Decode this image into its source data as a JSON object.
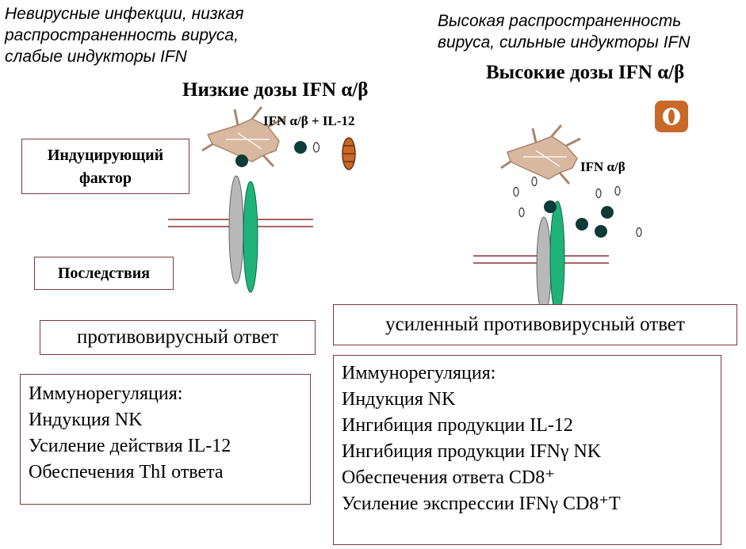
{
  "left": {
    "note_lines": [
      "Невирусные инфекции, низкая",
      "распространенность вируса,",
      "слабые индукторы IFN"
    ],
    "dose_title": "Низкие дозы IFN α/β",
    "small_label": "IFN α/β + IL-12",
    "inducing_factor_lines": [
      "Индуцирующий",
      "фактор"
    ],
    "consequences": "Последствия",
    "response": "противовирусный ответ",
    "regulation_lines": [
      "Иммунорегуляция:",
      "Индукция NK",
      "Усиление действия IL-12",
      "Обеспечения ThI ответа"
    ]
  },
  "right": {
    "note_lines": [
      "Высокая распространенность",
      "вируса, сильные индукторы IFN"
    ],
    "dose_title": "Высокие дозы IFN α/β",
    "small_label": "IFN α/β",
    "response": "усиленный противовирусный ответ",
    "regulation_lines": [
      "Иммунорегуляция:",
      "Индукция NK",
      "Ингибиция продукции  IL-12",
      "Ингибиция продукции IFNγ NK",
      "Обеспечения ответа CD8⁺",
      "Усиление экспрессии IFNγ CD8⁺T"
    ]
  },
  "colors": {
    "cell": "#d9b8a0",
    "receptor_gray": "#b8b8b8",
    "receptor_green": "#1fb37a",
    "dot": "#0f3b37",
    "membrane": "#8b3030",
    "box_border": "#7a3a3a",
    "macrophage": "#c8692a"
  }
}
